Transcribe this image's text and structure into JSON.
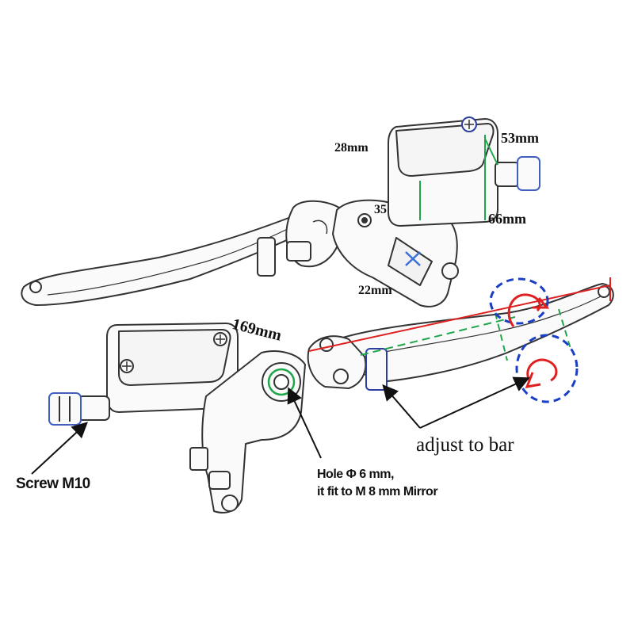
{
  "labels": {
    "dim_28": "28mm",
    "dim_53": "53mm",
    "dim_35": "35",
    "dim_66": "66mm",
    "dim_22": "22mm",
    "dim_169": "169mm",
    "adjust": "adjust to bar",
    "screw": "Screw M10",
    "hole_line1": "Hole Φ 6 mm,",
    "hole_line2": "it fit to M 8 mm Mirror"
  },
  "colors": {
    "outline": "#333333",
    "dim_green": "#1fa64a",
    "dim_red": "#e02020",
    "rotate_blue": "#1a3fc4",
    "accent_blue": "#3a6fd8"
  }
}
